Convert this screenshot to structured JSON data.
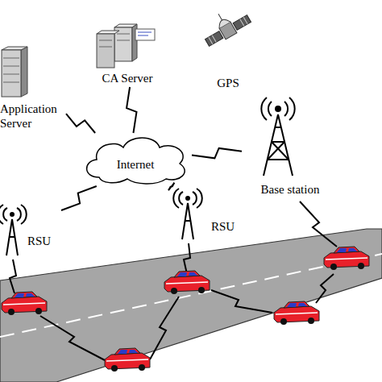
{
  "diagram": {
    "nodes": [
      {
        "text": [
          "Application Server"
        ]
      },
      {
        "text": [
          "CA Server"
        ]
      },
      {
        "text": [
          "GPS"
        ]
      },
      {
        "text": [
          "Internet"
        ]
      },
      {
        "text": [
          "Base station"
        ]
      },
      {
        "text": [
          "RSU"
        ]
      },
      {
        "text": [
          "RSU"
        ]
      }
    ],
    "edges": [
      {
        "from": 0,
        "to": 3,
        "arrow": "none"
      },
      {
        "from": 1,
        "to": 3,
        "arrow": "none"
      },
      {
        "from": 3,
        "to": 5,
        "arrow": "none"
      },
      {
        "from": 3,
        "to": 6,
        "arrow": "none"
      },
      {
        "from": 3,
        "to": 4,
        "arrow": "none"
      }
    ]
  }
}
